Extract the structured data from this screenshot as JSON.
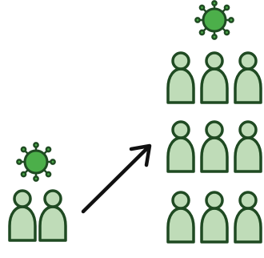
{
  "diagram": {
    "colors": {
      "person_fill": "#bfdcb8",
      "person_outline": "#1f4a22",
      "virus_fill": "#4caf4a",
      "virus_outline": "#1f4a22",
      "arrow": "#111111"
    },
    "small_group": {
      "person_count": 2,
      "virus_count": 1
    },
    "large_group": {
      "rows": 3,
      "columns": 3,
      "person_count": 9,
      "virus_count": 1
    },
    "icons": {
      "virus": "virus-icon",
      "person": "person-icon",
      "arrow": "arrow-icon"
    }
  }
}
